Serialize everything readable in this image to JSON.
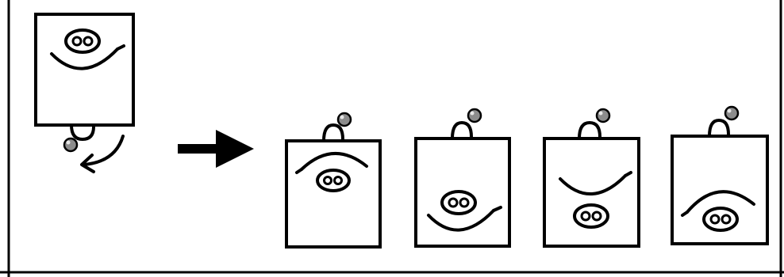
{
  "diagram": {
    "description_visible_text": "",
    "colors": {
      "line": "#000000",
      "background": "#ffffff",
      "pin": "#8c8c8c",
      "pin_highlight": "#e6e6e6"
    },
    "source_card": {
      "icon": "pig-snout-smile-icon",
      "rotation_hint": "curved-arrow-counterclockwise-icon",
      "hang_ring": "ring-with-pin-bottom"
    },
    "transition": {
      "icon": "right-arrow-icon"
    },
    "options": [
      {
        "id": "option-1",
        "face": "frown-up",
        "snout": "lower"
      },
      {
        "id": "option-2",
        "face": "smile",
        "snout": "lower"
      },
      {
        "id": "option-3",
        "face": "smile-upper",
        "snout": "bottom"
      },
      {
        "id": "option-4",
        "face": "frown-up",
        "snout": "bottom"
      }
    ]
  }
}
